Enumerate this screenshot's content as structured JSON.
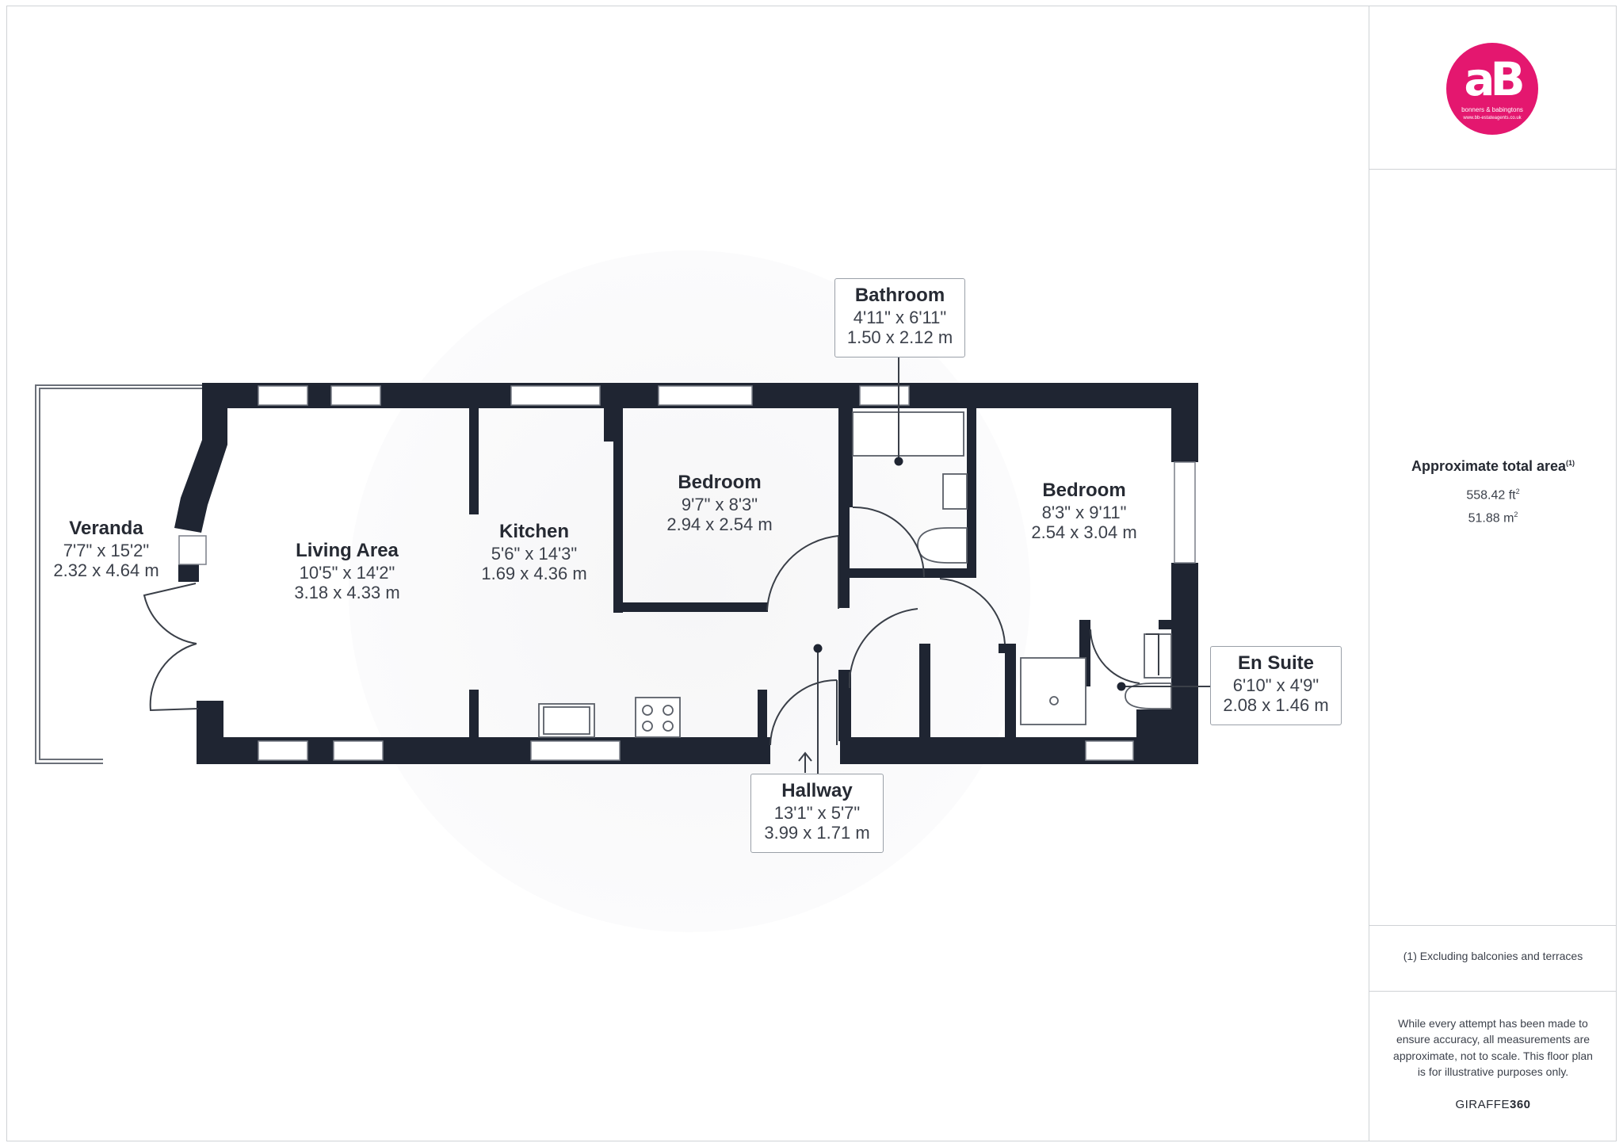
{
  "rooms": {
    "veranda": {
      "name": "Veranda",
      "imperial": "7'7\" x 15'2\"",
      "metric": "2.32 x 4.64 m"
    },
    "living": {
      "name": "Living Area",
      "imperial": "10'5\" x 14'2\"",
      "metric": "3.18 x 4.33 m"
    },
    "kitchen": {
      "name": "Kitchen",
      "imperial": "5'6\" x 14'3\"",
      "metric": "1.69 x 4.36 m"
    },
    "bedroom1": {
      "name": "Bedroom",
      "imperial": "9'7\" x 8'3\"",
      "metric": "2.94 x 2.54 m"
    },
    "bathroom": {
      "name": "Bathroom",
      "imperial": "4'11\" x 6'11\"",
      "metric": "1.50 x 2.12 m"
    },
    "bedroom2": {
      "name": "Bedroom",
      "imperial": "8'3\" x 9'11\"",
      "metric": "2.54 x 3.04 m"
    },
    "ensuite": {
      "name": "En Suite",
      "imperial": "6'10\" x 4'9\"",
      "metric": "2.08 x 1.46 m"
    },
    "hallway": {
      "name": "Hallway",
      "imperial": "13'1\" x 5'7\"",
      "metric": "3.99 x 1.71 m"
    }
  },
  "sidebar": {
    "logo_letters": "aB",
    "logo_tagline": "bonners & babingtons",
    "logo_url": "www.bb-estateagents.co.uk",
    "area_title": "Approximate total area",
    "area_title_ref": "(1)",
    "area_sqft": "558.42 ft",
    "area_sqft_sup": "2",
    "area_sqm": "51.88 m",
    "area_sqm_sup": "2",
    "note": "(1) Excluding balconies and terraces",
    "disclaimer": "While every attempt has been made to ensure accuracy, all measurements are approximate, not to scale. This floor plan is for illustrative purposes only.",
    "brand_light": "GIRAFFE",
    "brand_bold": "360"
  },
  "colors": {
    "wall": "#1f2532",
    "logo": "#e4176f",
    "border": "#cfd2d6"
  }
}
